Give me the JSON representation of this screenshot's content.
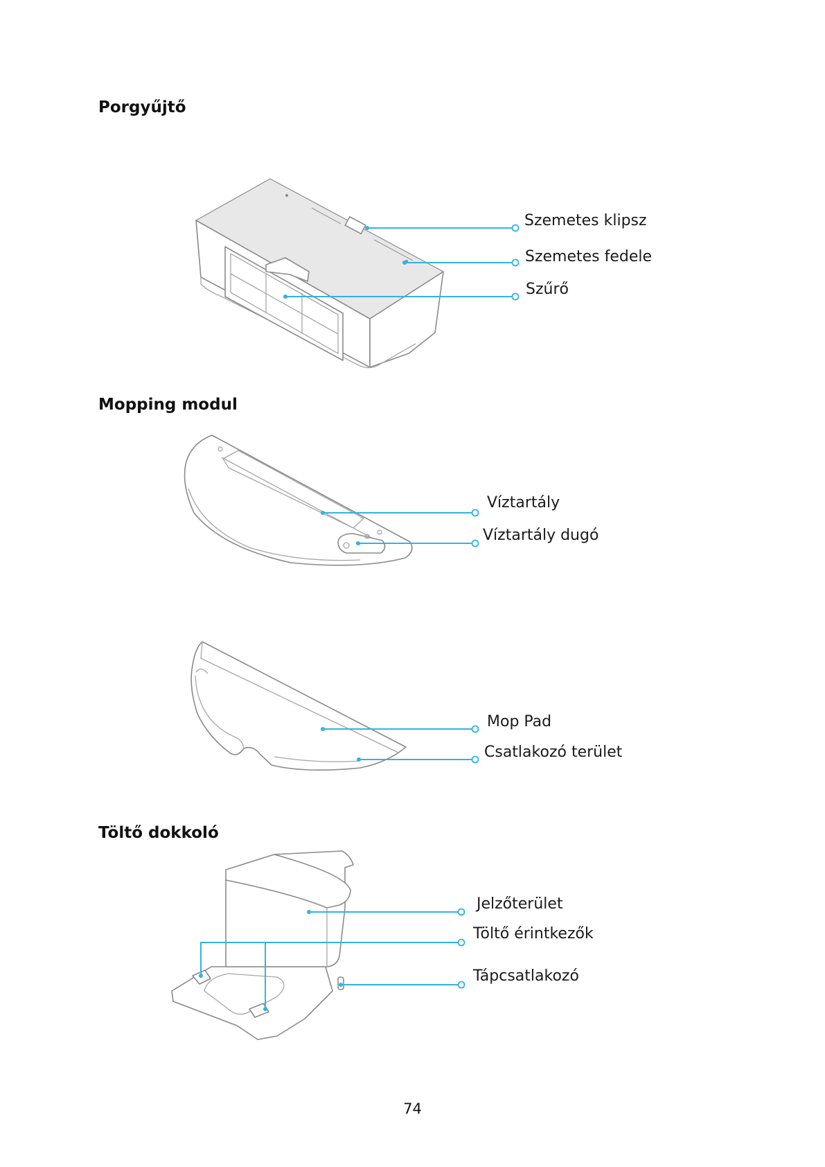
{
  "sections": {
    "dustbin": {
      "title": "Porgyűjtő",
      "labels": [
        "Szemetes klipsz",
        "Szemetes fedele",
        "Szűrő"
      ]
    },
    "mopping": {
      "title": "Mopping modul",
      "tank_labels": [
        "Víztartály",
        "Víztartály dugó"
      ],
      "pad_labels": [
        "Mop Pad",
        "Csatlakozó terület"
      ]
    },
    "dock": {
      "title": "Töltő dokkoló",
      "labels": [
        "Jelzőterület",
        "Töltő érintkezők",
        "Tápcsatlakozó"
      ]
    }
  },
  "page_number": "74",
  "colors": {
    "leader_line": "#2fb3e6",
    "outline": "#8a8a8a"
  }
}
